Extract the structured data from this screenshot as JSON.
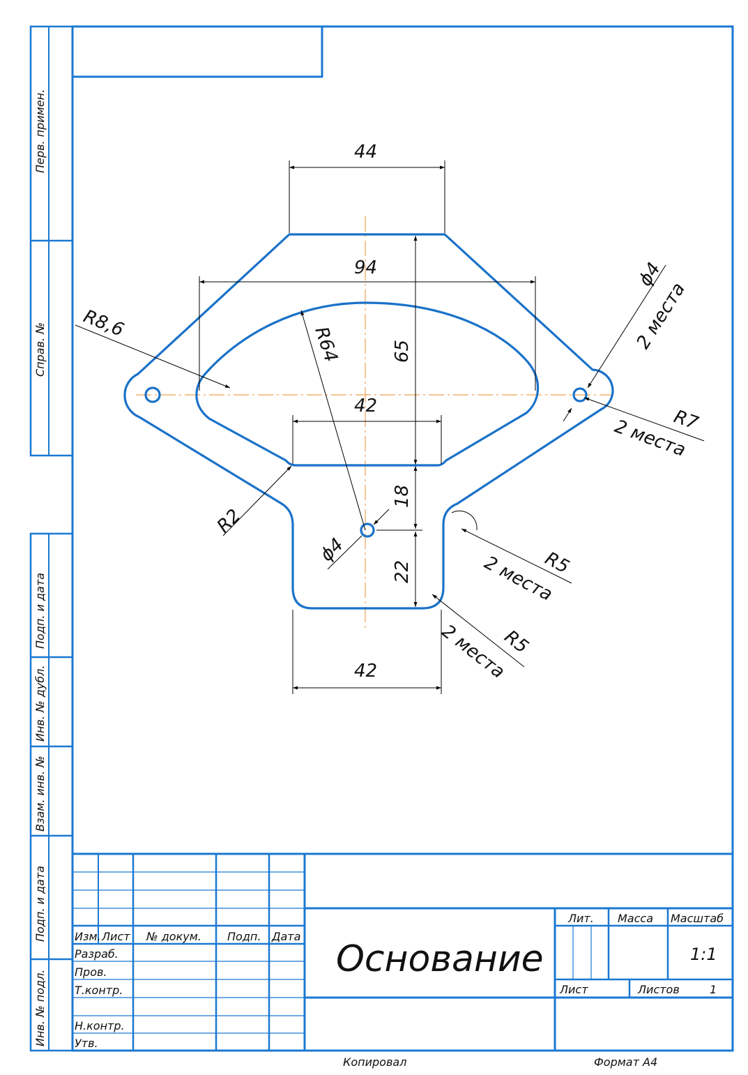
{
  "colors": {
    "frame": "#1a78d2",
    "part": "#1a72c8",
    "axis": "#f0a050",
    "dimension": "#000000"
  },
  "dimensions": {
    "top_width": "44",
    "overall_width": "94",
    "inner_width": "42",
    "bottom_width": "42",
    "height_65": "65",
    "height_18": "18",
    "height_22": "22",
    "radius_r64": "R64",
    "radius_r86": "R8,6",
    "radius_r2": "R2",
    "hole_right": "ϕ4",
    "hole_right_count": "2 места",
    "radius_r7": "R7",
    "radius_r7_count": "2 места",
    "hole_center": "ϕ4",
    "radius_r5_upper": "R5",
    "radius_r5_upper_count": "2 места",
    "radius_r5_lower": "R5",
    "radius_r5_lower_count": "2 места"
  },
  "side_stamps": [
    "Перв. примен.",
    "Справ. №",
    "Подп. и дата",
    "Инв. № дубл.",
    "Взам. инв. №",
    "Подп. и дата",
    "Инв. № подл."
  ],
  "title_block": {
    "headers": {
      "izm": "Изм.",
      "list": "Лист",
      "doc_no": "№ докум.",
      "podp": "Подп.",
      "data": "Дата"
    },
    "roles": {
      "razrab": "Разраб.",
      "prov": "Пров.",
      "tkontr": "Т.контр.",
      "nkontr": "Н.контр.",
      "utv": "Утв."
    },
    "title": "Основание",
    "lit": "Лит.",
    "massa": "Масса",
    "masshtab": "Масштаб",
    "scale_value": "1:1",
    "sheet": "Лист",
    "sheets": "Листов",
    "sheets_value": "1"
  },
  "footer": {
    "copied": "Копировал",
    "format": "Формат  А4"
  }
}
